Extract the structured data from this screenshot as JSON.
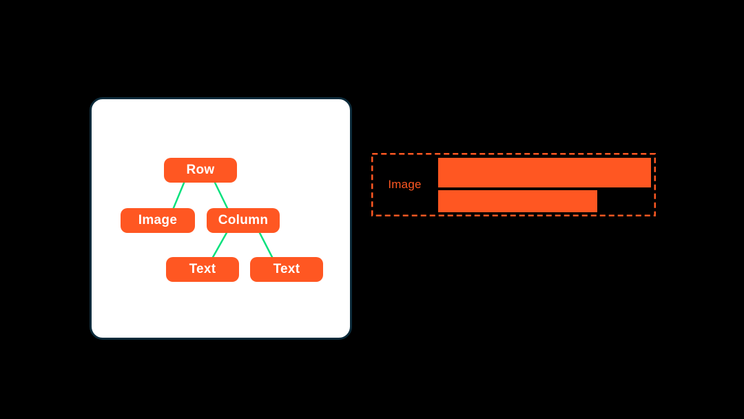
{
  "page": {
    "background": "#000000",
    "description": "Widget tree diagram with corresponding layout sketch"
  },
  "widget_tree_panel": {
    "nodes": [
      {
        "id": "row",
        "label": "Row"
      },
      {
        "id": "image",
        "label": "Image"
      },
      {
        "id": "column",
        "label": "Column"
      },
      {
        "id": "text-1",
        "label": "Text"
      },
      {
        "id": "text-2",
        "label": "Text"
      }
    ],
    "edges": [
      {
        "from": "row",
        "to": "image"
      },
      {
        "from": "row",
        "to": "column"
      },
      {
        "from": "column",
        "to": "text-1"
      },
      {
        "from": "column",
        "to": "text-2"
      }
    ]
  },
  "layout_preview_panel": {
    "image_label": "Image",
    "text_bars": [
      {
        "represents": "text-1",
        "relative_width": "long"
      },
      {
        "represents": "text-2",
        "relative_width": "short"
      }
    ]
  },
  "colors": {
    "page_background": "#000000",
    "card_background": "#FFFFFF",
    "card_border": "#0C2B3B",
    "node_fill": "#FF5722",
    "node_text": "#FFFFFF",
    "edge_line": "#0AE17D",
    "dashed_border": "#FF5722",
    "bar_fill": "#FF5722",
    "preview_label_text": "#FF5722"
  }
}
